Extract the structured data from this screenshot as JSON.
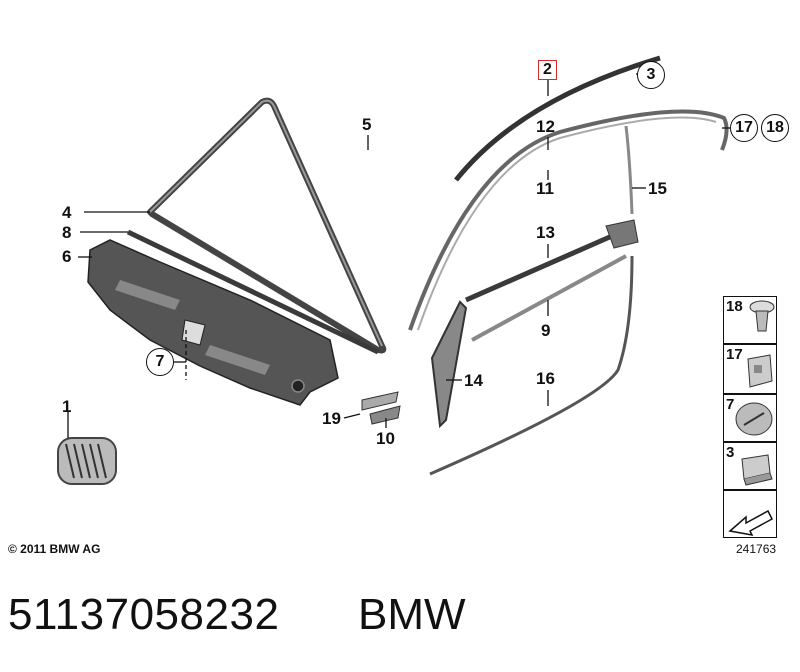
{
  "callouts": {
    "c1": "1",
    "c2": "2",
    "c3": "3",
    "c4": "4",
    "c5": "5",
    "c6": "6",
    "c7": "7",
    "c8": "8",
    "c9": "9",
    "c10": "10",
    "c11": "11",
    "c12": "12",
    "c13": "13",
    "c14": "14",
    "c15": "15",
    "c16": "16",
    "c17": "17",
    "c18": "18",
    "c19": "19"
  },
  "legend": {
    "l18": "18",
    "l17": "17",
    "l7": "7",
    "l3": "3"
  },
  "footer": {
    "copyright": "© 2011 BMW AG",
    "diagram_number": "241763",
    "part_number": "51137058232",
    "brand": "BMW"
  },
  "colors": {
    "highlight": "#d92b2b",
    "part_fill": "#9a9a9a",
    "part_dark": "#3a3a3a"
  }
}
